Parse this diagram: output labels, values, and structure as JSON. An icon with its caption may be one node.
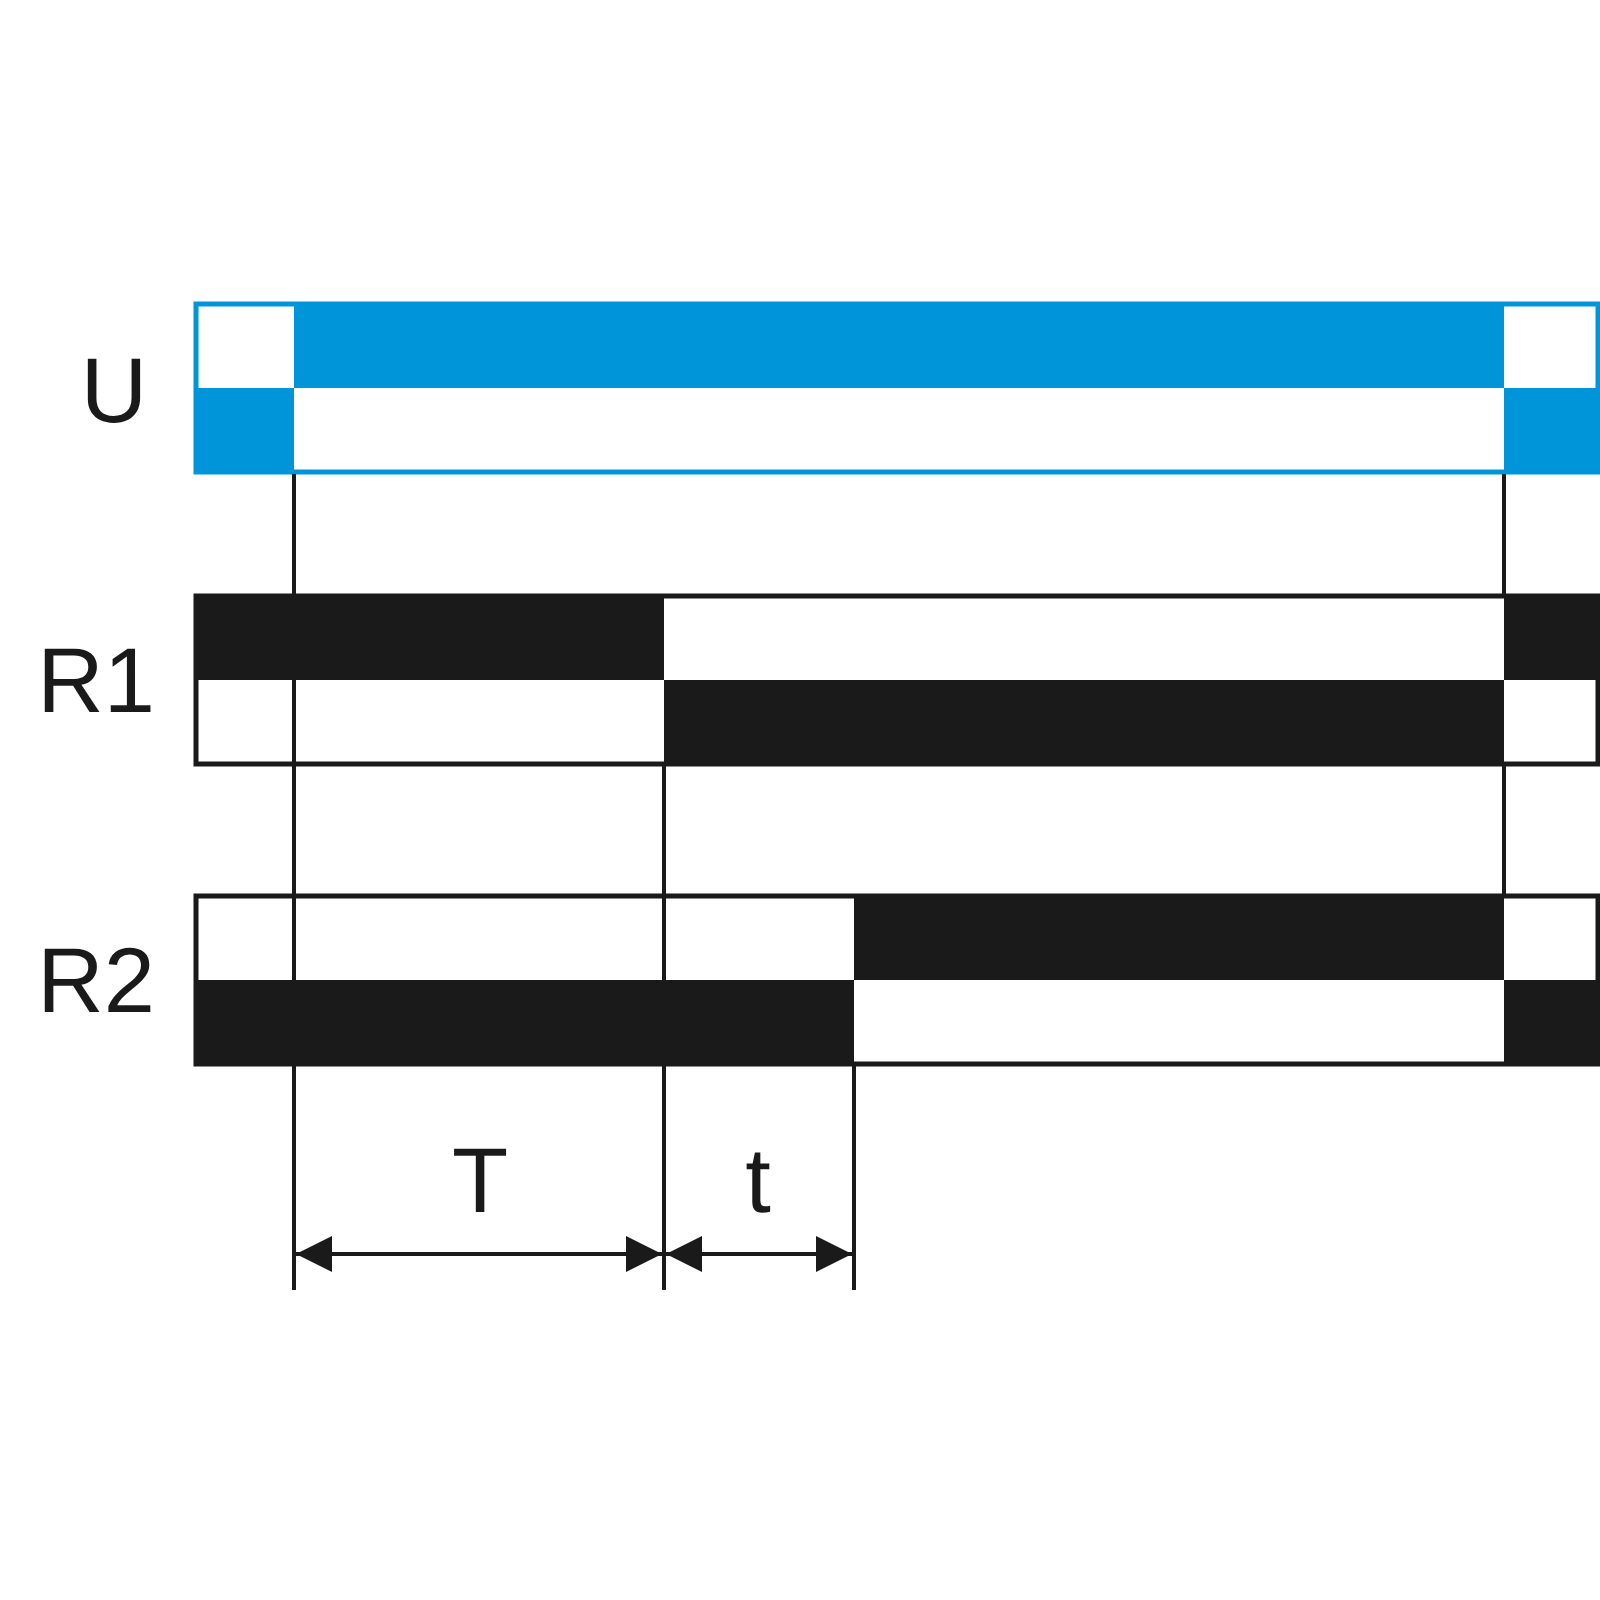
{
  "diagram": {
    "labels": [
      "U",
      "R1",
      "R2",
      "T",
      "t"
    ]
  }
}
